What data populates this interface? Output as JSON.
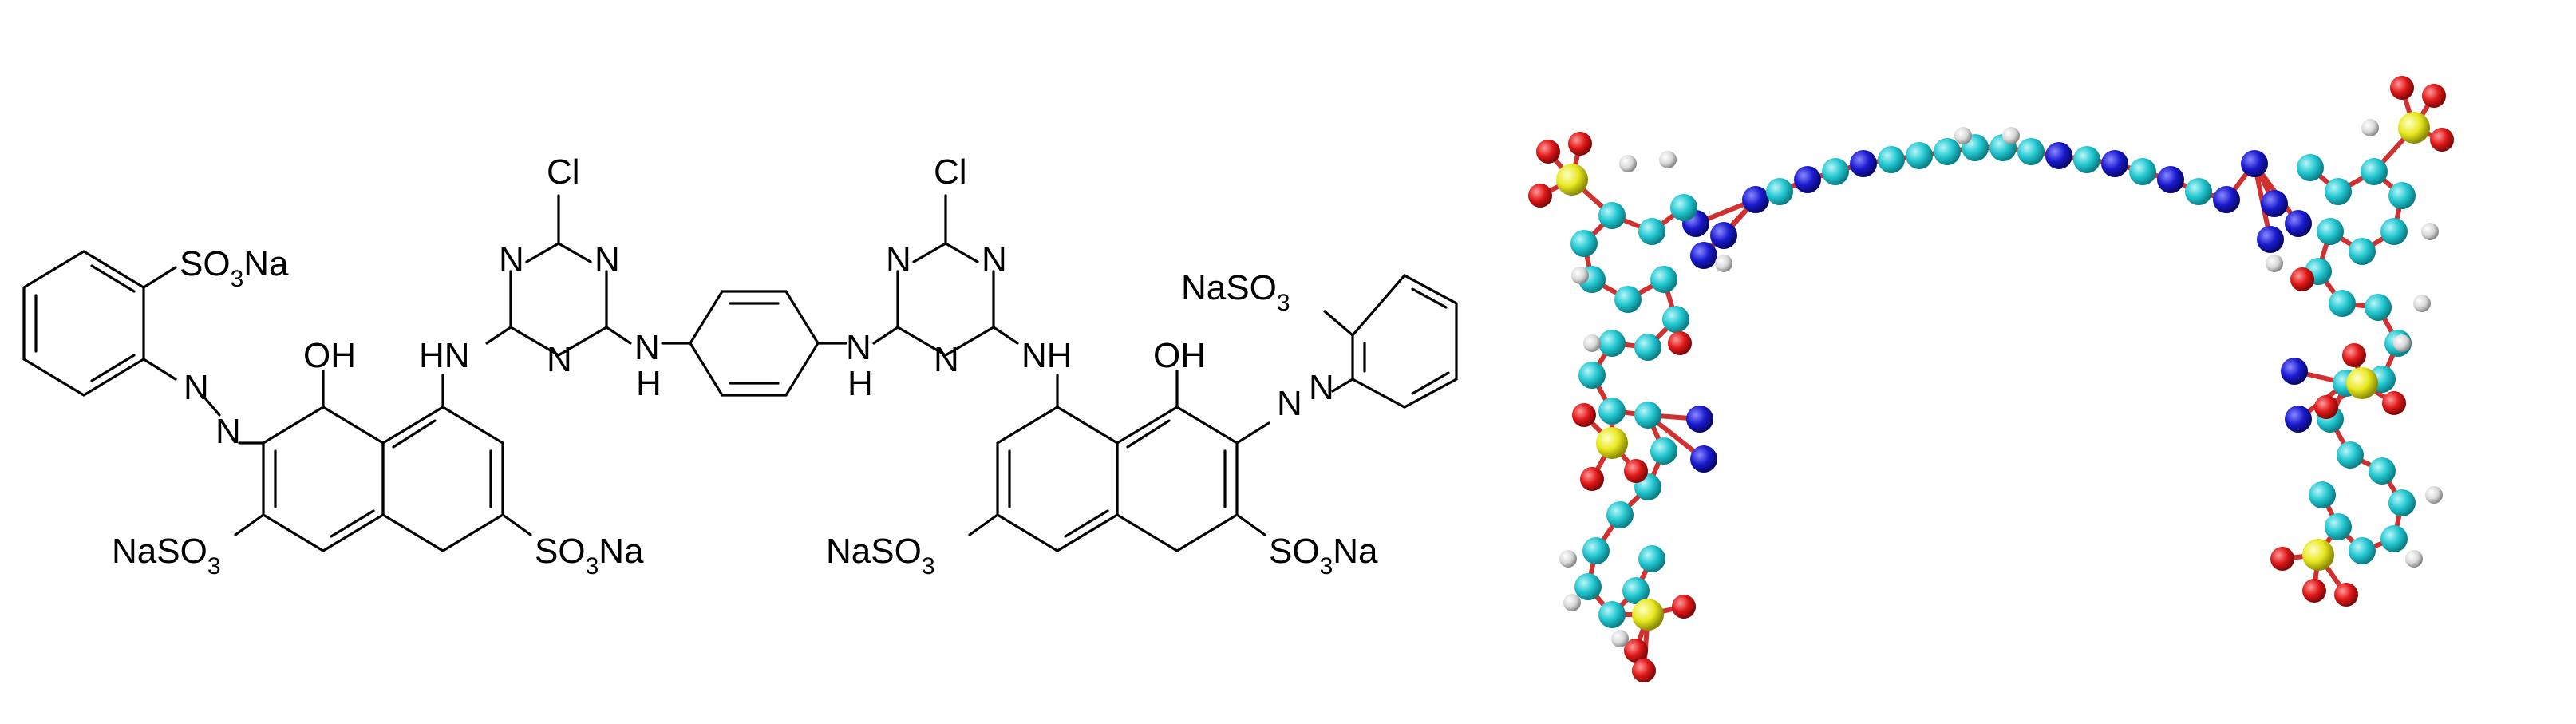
{
  "figure": {
    "structure": {
      "labels": {
        "cl_left": "Cl",
        "cl_right": "Cl",
        "so3na_top_left": "SO",
        "so3na_top_left_sub": "3",
        "so3na_top_left_na": "Na",
        "nn_left_n1": "N",
        "nn_left_n2": "N",
        "oh_left": "OH",
        "hn_left": "HN",
        "nh_left_link": "N",
        "nh_left_link_h": "H",
        "nh_right_link": "N",
        "nh_right_link_h": "H",
        "nh_right": "NH",
        "oh_right": "OH",
        "nn_right_n1": "N",
        "nn_right_n2": "N",
        "naso3_top_right": "NaSO",
        "naso3_top_right_sub": "3",
        "naso3_bottom_left": "NaSO",
        "naso3_bottom_left_sub": "3",
        "so3na_bottom_left": "SO",
        "so3na_bottom_left_sub": "3",
        "so3na_bottom_left_na": "Na",
        "naso3_bottom_right": "NaSO",
        "naso3_bottom_right_sub": "3",
        "so3na_bottom_right": "SO",
        "so3na_bottom_right_sub": "3",
        "so3na_bottom_right_na": "Na",
        "triazine_left_n_a": "N",
        "triazine_left_n_b": "N",
        "triazine_left_n_c": "N",
        "triazine_right_n_a": "N",
        "triazine_right_n_b": "N",
        "triazine_right_n_c": "N"
      }
    },
    "model": {
      "atom_colors": {
        "carbon": "#22c7d0",
        "nitrogen": "#1a1ad0",
        "oxygen": "#e01818",
        "sulfur": "#e8e820",
        "hydrogen": "#d8d8d8",
        "bond": "#d03030"
      }
    }
  }
}
